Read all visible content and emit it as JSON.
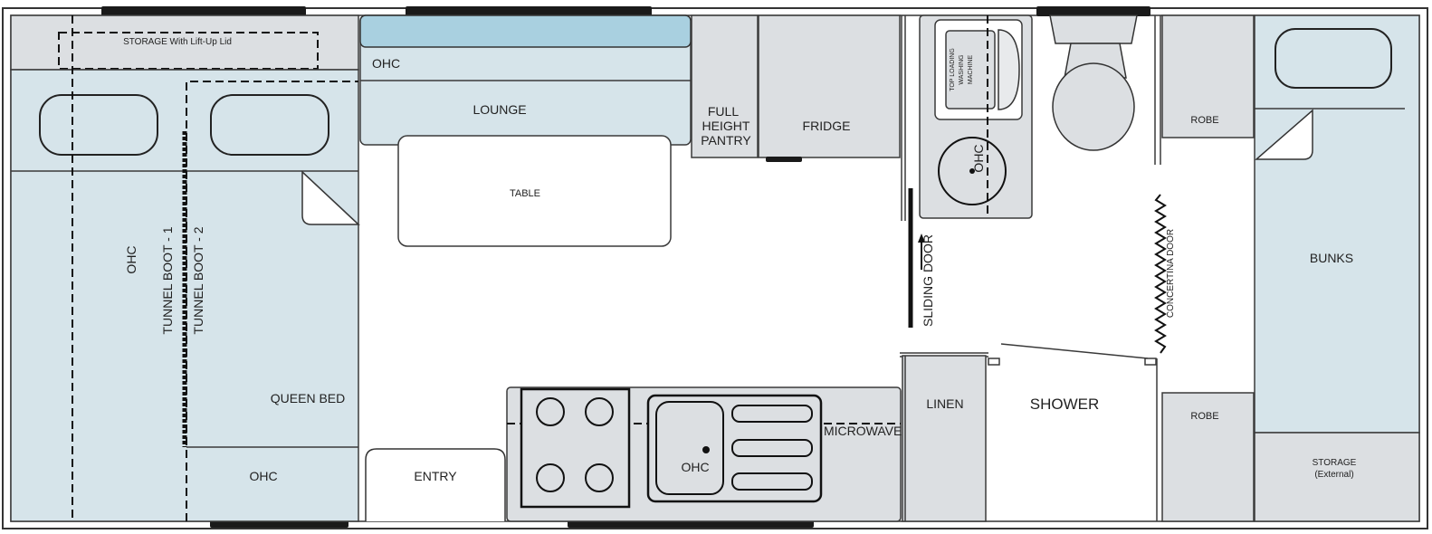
{
  "labels": {
    "storage_lift_up": "STORAGE With Lift-Up Lid",
    "ohc_rear_top": "OHC",
    "lounge": "LOUNGE",
    "table": "TABLE",
    "full_height_pantry_line1": "FULL",
    "full_height_pantry_line2": "HEIGHT",
    "full_height_pantry_line3": "PANTRY",
    "fridge": "FRIDGE",
    "washer_line1": "TOP LOADING",
    "washer_line2": "WASHING",
    "washer_line3": "MACHINE",
    "ohc_bathroom": "OHC",
    "robe_top": "ROBE",
    "bunks": "BUNKS",
    "ohc_bed_left": "OHC",
    "tunnel_boot_1": "TUNNEL BOOT - 1",
    "tunnel_boot_2": "TUNNEL BOOT - 2",
    "queen_bed": "QUEEN BED",
    "ohc_bottom_left": "OHC",
    "entry": "ENTRY",
    "ohc_kitchen": "OHC",
    "microwave": "MICROWAVE",
    "linen": "LINEN",
    "shower": "SHOWER",
    "sliding_door": "SLIDING DOOR",
    "concertina_door": "CONCERTINA DOOR",
    "robe_bottom": "ROBE",
    "storage_external_line1": "STORAGE",
    "storage_external_line2": "(External)"
  }
}
